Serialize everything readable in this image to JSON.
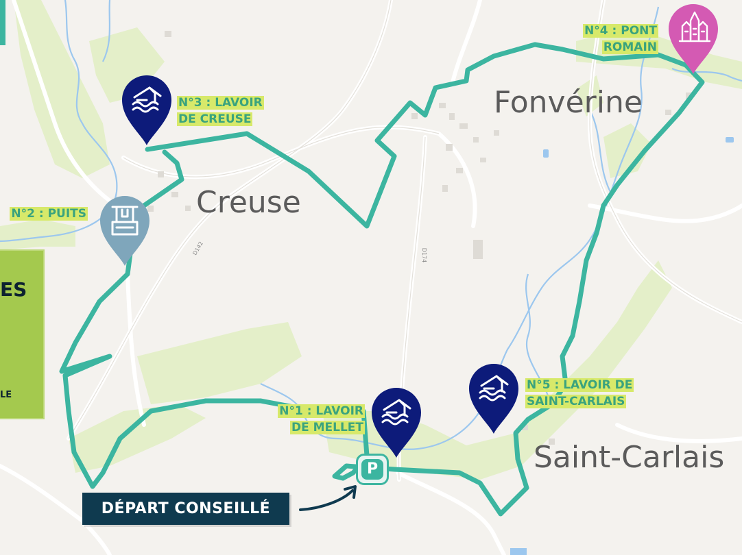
{
  "map": {
    "towns": [
      {
        "name": "Fonvérine"
      },
      {
        "name": "Creuse"
      },
      {
        "name": "Saint-Carlais"
      }
    ],
    "stops": [
      {
        "lines": [
          "N°1 : LAVOIR",
          "DE MELLET"
        ],
        "icon": "lavoir-icon",
        "pin_color": "#0d1b7a"
      },
      {
        "lines": [
          "N°2 : PUITS"
        ],
        "icon": "puits-icon",
        "pin_color": "#7fa6bb"
      },
      {
        "lines": [
          "N°3 : LAVOIR",
          "DE CREUSE"
        ],
        "icon": "lavoir-icon",
        "pin_color": "#0d1b7a"
      },
      {
        "lines": [
          "N°4 : PONT",
          "ROMAIN"
        ],
        "icon": "castle-icon",
        "pin_color": "#d45ab3"
      },
      {
        "lines": [
          "N°5 : LAVOIR DE",
          "SAINT-CARLAIS"
        ],
        "icon": "lavoir-icon",
        "pin_color": "#0d1b7a"
      }
    ],
    "parking_label": "P",
    "depart_label": "DÉPART CONSEILLÉ",
    "panel_partial": {
      "big": "ES",
      "small": "LE"
    },
    "road_labels": [
      "D142",
      "D174"
    ],
    "route_color": "#3cb5a0",
    "highlight_color": "#d7e96a",
    "label_color": "#3aa37e",
    "water_color": "#9cc7ee",
    "green_color": "#e4efc9"
  }
}
